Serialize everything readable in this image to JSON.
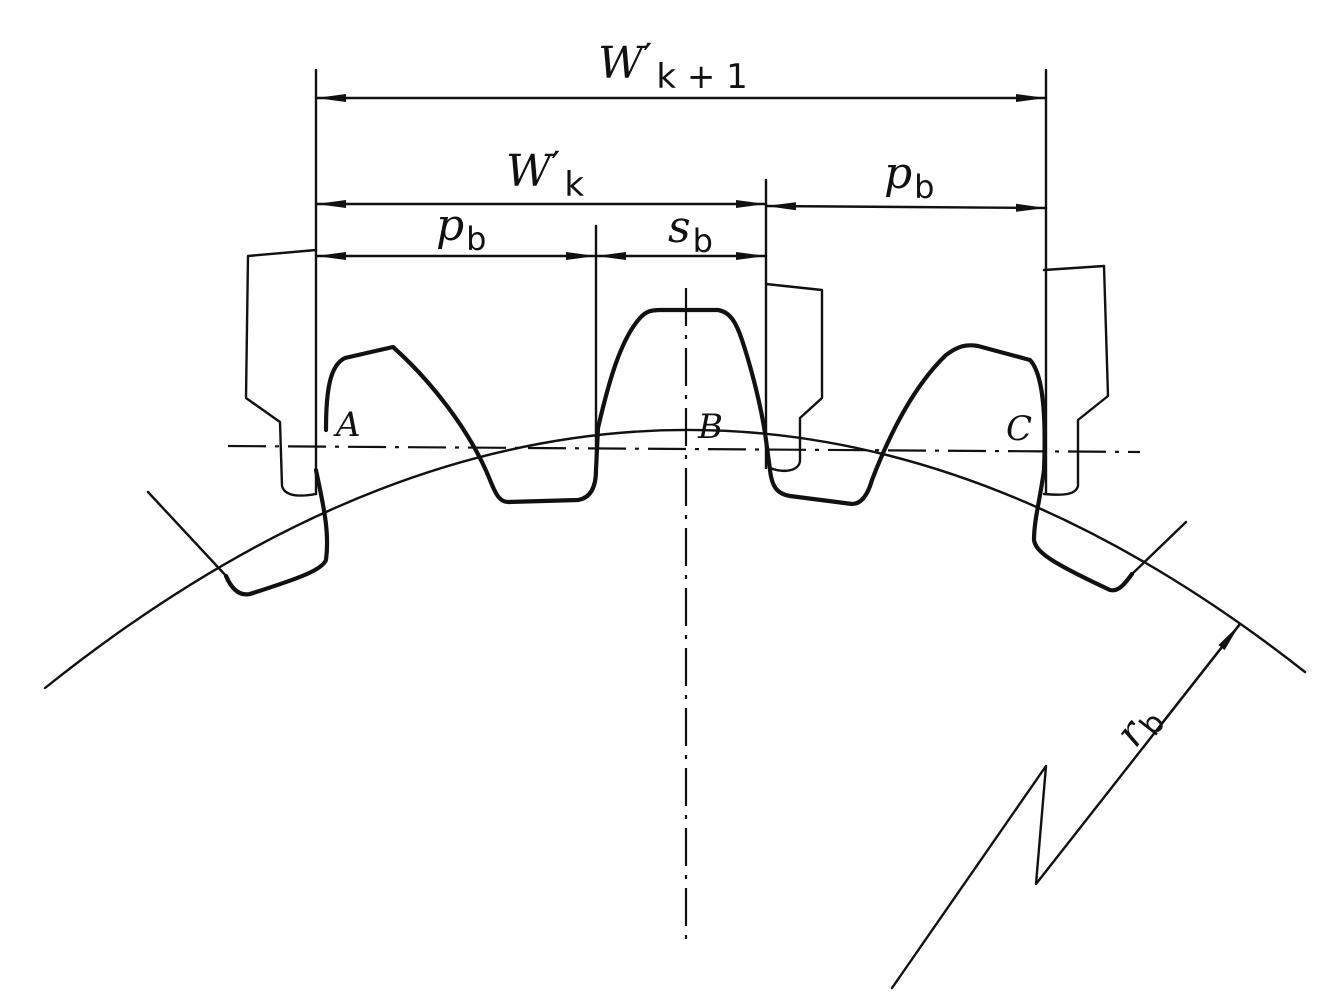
{
  "labels": {
    "w_k_plus_1": {
      "base": "W",
      "prime": "′",
      "sub": "k + 1"
    },
    "w_k": {
      "base": "W",
      "prime": "′",
      "sub": "k"
    },
    "p_b_left": {
      "base": "p",
      "sub": "b"
    },
    "p_b_right": {
      "base": "p",
      "sub": "b"
    },
    "s_b": {
      "base": "s",
      "sub": "b"
    },
    "r_b": {
      "base": "r",
      "sub": "b"
    },
    "point_a": "A",
    "point_b": "B",
    "point_c": "C"
  },
  "colors": {
    "ink": "#111111",
    "background": "#ffffff"
  }
}
